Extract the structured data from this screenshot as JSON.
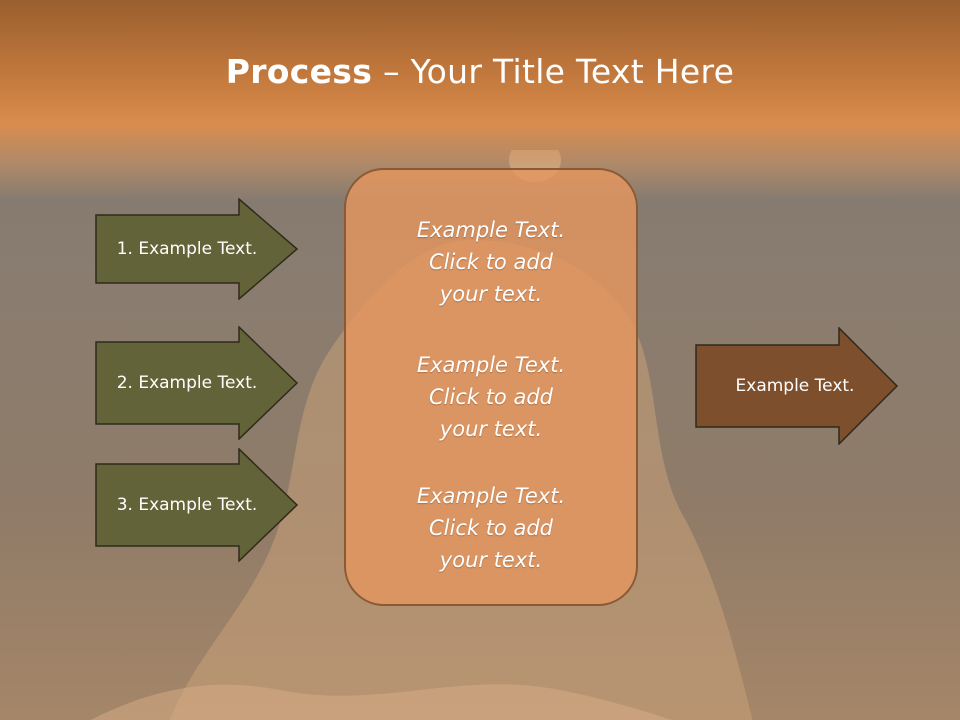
{
  "title": {
    "bold": "Process",
    "dash": "–",
    "rest": "Your Title Text Here"
  },
  "left_arrows": [
    {
      "label": "1. Example Text."
    },
    {
      "label": "2. Example Text."
    },
    {
      "label": "3. Example Text."
    }
  ],
  "center_box": {
    "paragraphs": [
      {
        "line1": "Example Text.",
        "line2": "Click  to add",
        "line3": "your text."
      },
      {
        "line1": "Example Text.",
        "line2": "Click  to add",
        "line3": "your text."
      },
      {
        "line1": "Example Text.",
        "line2": "Click  to add",
        "line3": "your text."
      }
    ]
  },
  "right_arrow": {
    "label": "Example Text."
  },
  "colors": {
    "header": "#c57a3e",
    "left_arrow_fill": "#636339",
    "right_arrow_fill": "#7e4f2c",
    "center_box_fill": "#e4965f",
    "outline": "#2f2a1a"
  }
}
